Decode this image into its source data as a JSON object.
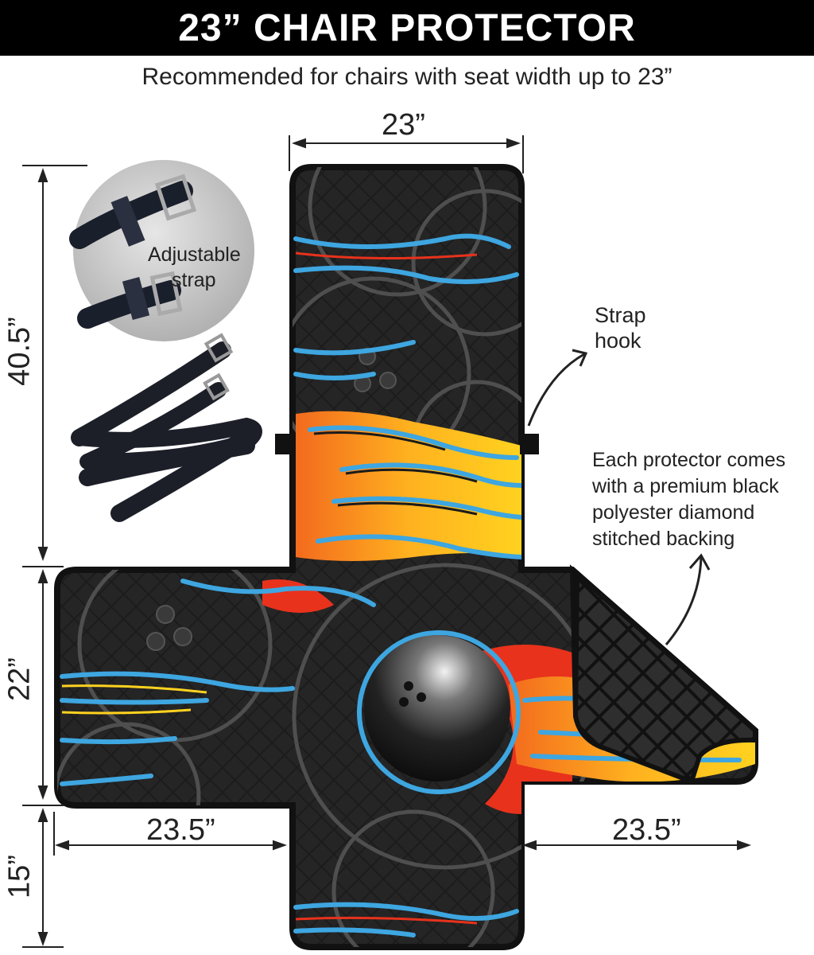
{
  "header": {
    "title": "23” CHAIR PROTECTOR"
  },
  "subtitle": "Recommended for chairs with seat width up to 23”",
  "dimensions": {
    "top_width": "23”",
    "back_height": "40.5”",
    "seat_depth": "22”",
    "front_drop": "15”",
    "left_arm": "23.5”",
    "right_arm": "23.5”"
  },
  "callouts": {
    "strap_inset_line1": "Adjustable",
    "strap_inset_line2": "strap",
    "strap_hook_line1": "Strap",
    "strap_hook_line2": "hook",
    "backing_lines": [
      "Each protector comes",
      "with a premium black",
      "polyester diamond",
      "stitched backing"
    ]
  },
  "colors": {
    "header_bg": "#000000",
    "fabric_bg": "#1b1b1b",
    "flame_blue": "#3ea6e0",
    "flame_orange": "#f39a1e",
    "flame_red": "#e8321c",
    "flame_yellow": "#ffd21f"
  },
  "icons": [
    "bowling-ball-icon",
    "flame-icon",
    "strap-icon"
  ]
}
